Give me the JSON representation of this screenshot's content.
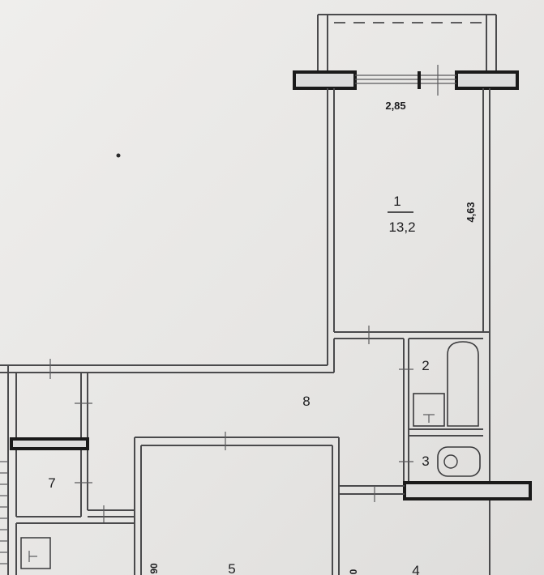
{
  "plan": {
    "dimensions": {
      "balcony_width": "2,85",
      "room1_length": "4,63",
      "room5_side": "90",
      "room4_side": "0"
    },
    "rooms": [
      {
        "number": "1",
        "area": "13,2"
      },
      {
        "number": "2"
      },
      {
        "number": "3"
      },
      {
        "number": "4"
      },
      {
        "number": "5"
      },
      {
        "number": "7"
      },
      {
        "number": "8"
      }
    ]
  }
}
